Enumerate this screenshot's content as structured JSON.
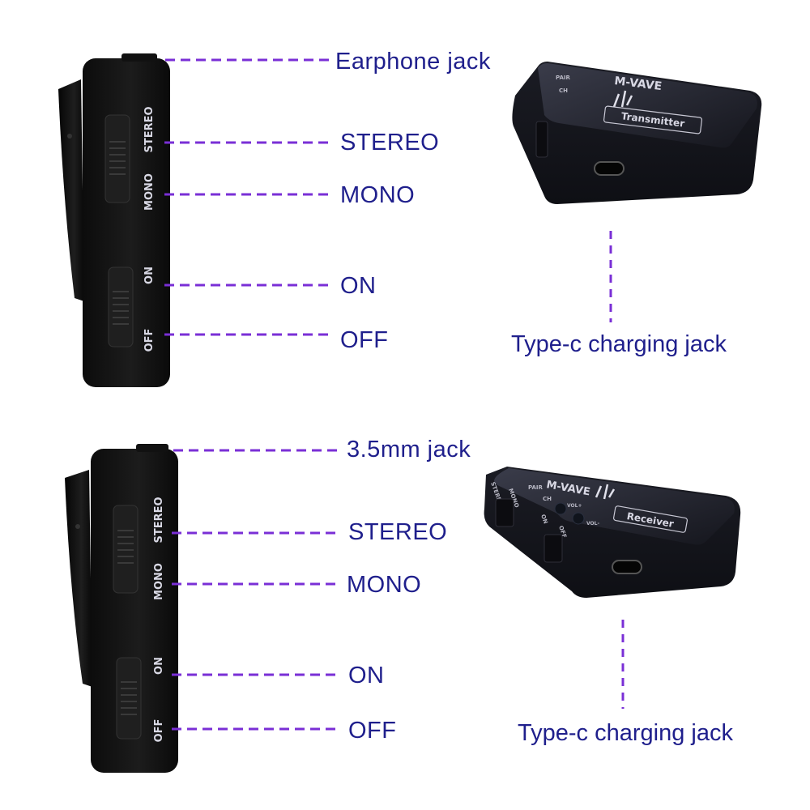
{
  "colors": {
    "leader_line": "#7a2fd6",
    "label_text": "#1f1f8c",
    "device_body": "#161616",
    "module_body": "#20202a",
    "device_text": "#d8d8e4"
  },
  "transmitter_side": {
    "callouts": {
      "earphone_jack": "Earphone jack",
      "stereo": "STEREO",
      "mono": "MONO",
      "on": "ON",
      "off": "OFF"
    },
    "body_labels": {
      "stereo": "STEREO",
      "mono": "MONO",
      "on": "ON",
      "off": "OFF"
    }
  },
  "transmitter_module": {
    "brand": "M-VAVE",
    "badge": "Transmitter",
    "small_labels": [
      "PAIR",
      "CH"
    ],
    "charging_callout": "Type-c charging jack"
  },
  "receiver_side": {
    "callouts": {
      "jack": "3.5mm jack",
      "stereo": "STEREO",
      "mono": "MONO",
      "on": "ON",
      "off": "OFF"
    },
    "body_labels": {
      "stereo": "STEREO",
      "mono": "MONO",
      "on": "ON",
      "off": "OFF"
    }
  },
  "receiver_module": {
    "brand": "M-VAVE",
    "badge": "Receiver",
    "small_labels": [
      "PAIR",
      "CH",
      "VOL+",
      "VOL-"
    ],
    "side_labels": [
      "STEREO",
      "MONO",
      "ON",
      "OFF"
    ],
    "charging_callout": "Type-c charging jack"
  }
}
